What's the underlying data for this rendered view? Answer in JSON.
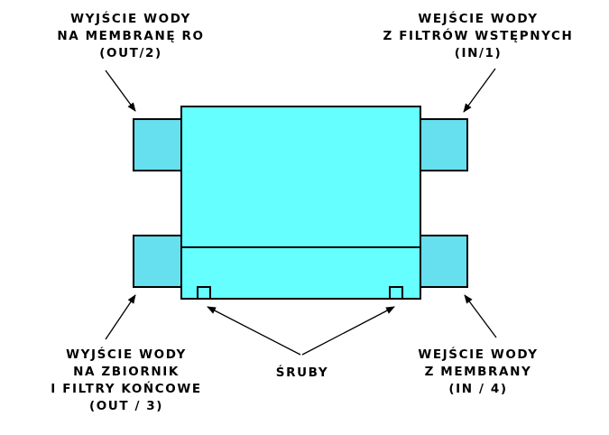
{
  "colors": {
    "body_fill": "#66ffff",
    "port_fill": "#66dfee",
    "stroke": "#000000",
    "background": "#ffffff"
  },
  "labels": {
    "top_left": {
      "line1": "WYJŚCIE WODY",
      "line2": "NA MEMBRANĘ RO",
      "line3": "(OUT/2)"
    },
    "top_right": {
      "line1": "WEJŚCIE WODY",
      "line2": "Z FILTRÓW WSTĘPNYCH",
      "line3": "(IN/1)"
    },
    "bottom_left": {
      "line1": "WYJŚCIE WODY",
      "line2": "NA ZBIORNIK",
      "line3": "I FILTRY KOŃCOWE",
      "line4": "(OUT / 3)"
    },
    "bottom_right": {
      "line1": "WEJŚCIE WODY",
      "line2": "Z MEMBRANY",
      "line3": "(IN / 4)"
    },
    "screws": "ŚRUBY"
  }
}
